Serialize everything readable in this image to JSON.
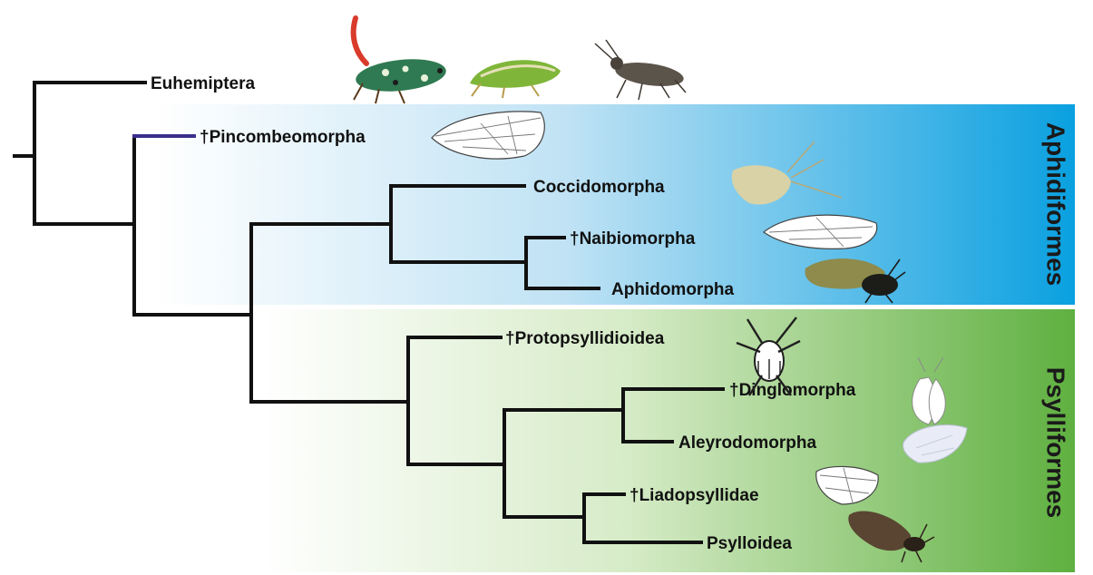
{
  "groups": {
    "aphidiformes": {
      "label": "Aphidiformes",
      "color": "#0aa0e0"
    },
    "psylliformes": {
      "label": "Psylliformes",
      "color": "#5fb040"
    }
  },
  "taxa": {
    "euhemiptera": "Euhemiptera",
    "pincombeomorpha": "†Pincombeomorpha",
    "coccidomorpha": "Coccidomorpha",
    "naibiomorpha": "†Naibiomorpha",
    "aphidomorpha": "Aphidomorpha",
    "protopsyllidioidea": "†Protopsyllidioidea",
    "dinglomorpha": "†Dinglomorpha",
    "aleyrodomorpha": "Aleyrodomorpha",
    "liadopsyllidae": "†Liadopsyllidae",
    "psylloidea": "Psylloidea"
  },
  "icons": {
    "euhemiptera": [
      "lanternfly-icon",
      "leafhopper-icon",
      "bug-icon"
    ],
    "pincombeomorpha": "wing-icon",
    "coccidomorpha": "scale-insect-icon",
    "naibiomorpha": "wing-icon",
    "aphidomorpha": "aphid-icon",
    "protopsyllidioidea": "fossil-insect-icon",
    "dinglomorpha": "whitefly-icon",
    "aleyrodomorpha": "whitefly-icon",
    "liadopsyllidae": "wing-icon",
    "psylloidea": "psyllid-icon"
  }
}
